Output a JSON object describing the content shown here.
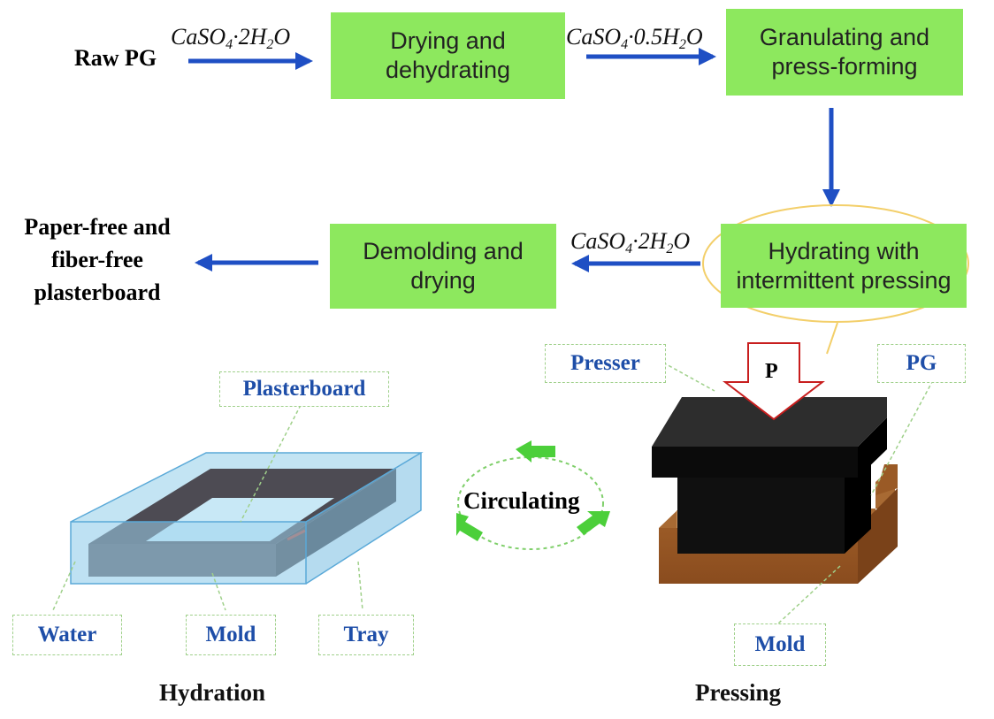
{
  "raw_pg": "Raw PG",
  "steps": {
    "drying": "Drying and\ndehydrating",
    "granulating": "Granulating and\npress-forming",
    "hydrating": "Hydrating with\nintermittent pressing",
    "demolding": "Demolding and\ndrying"
  },
  "chem": {
    "c1": {
      "base": "CaSO",
      "sub1": "4",
      "mid": "·2H",
      "sub2": "2",
      "end": "O"
    },
    "c2": {
      "base": "CaSO",
      "sub1": "4",
      "mid": "·0.5H",
      "sub2": "2",
      "end": "O"
    },
    "c3": {
      "base": "CaSO",
      "sub1": "4",
      "mid": "·2H",
      "sub2": "2",
      "end": "O"
    }
  },
  "product": "Paper-free and\nfiber-free\nplasterboard",
  "hydration": {
    "caption": "Hydration",
    "labels": {
      "plasterboard": "Plasterboard",
      "water": "Water",
      "mold": "Mold",
      "tray": "Tray"
    }
  },
  "circulating": "Circulating",
  "pressing": {
    "caption": "Pressing",
    "labels": {
      "presser": "Presser",
      "pg": "PG",
      "mold": "Mold",
      "p": "P"
    }
  },
  "colors": {
    "box_green": "#8de85e",
    "arrow_blue": "#1f4fc4",
    "tag_text": "#1e4ea8",
    "circ_green": "#4ccf3a"
  }
}
